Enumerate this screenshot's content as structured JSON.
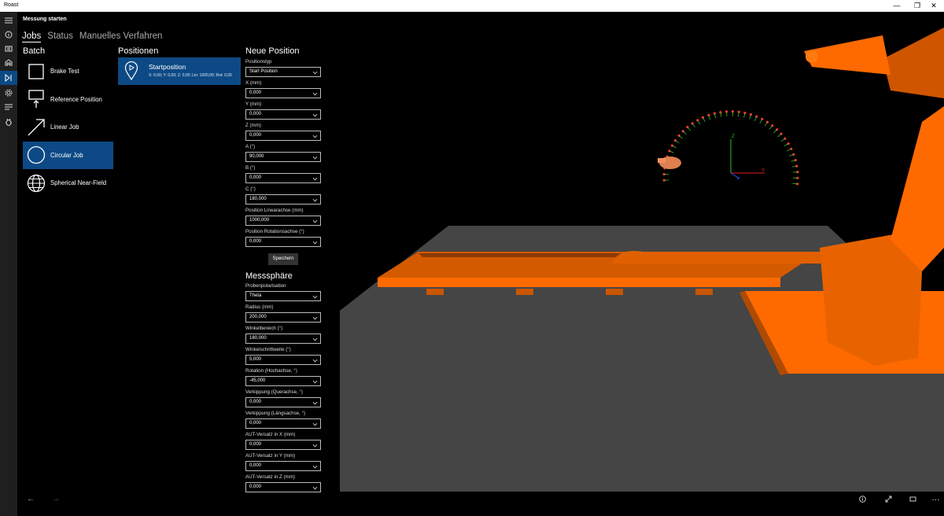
{
  "window": {
    "title": "Roast",
    "minimize": "—",
    "restore": "❐",
    "close": "✕"
  },
  "app": {
    "header": "Messung starten"
  },
  "tabs": [
    {
      "label": "Jobs",
      "active": true
    },
    {
      "label": "Status",
      "active": false
    },
    {
      "label": "Manuelles Verfahren",
      "active": false
    }
  ],
  "batch": {
    "title": "Batch",
    "jobs": [
      {
        "label": "Brake Test",
        "icon": "square-icon"
      },
      {
        "label": "Reference Position",
        "icon": "reference-position-icon"
      },
      {
        "label": "Linear Job",
        "icon": "arrow-diagonal-icon"
      },
      {
        "label": "Circular Job",
        "icon": "circle-icon",
        "selected": true
      },
      {
        "label": "Spherical Near-Field",
        "icon": "globe-icon"
      }
    ]
  },
  "positions": {
    "title": "Positionen",
    "items": [
      {
        "name": "Startposition",
        "coords": "X: 0,00; Y: 0,00; Z: 0,00; Lin: 1000,00; Rot: 0,00"
      }
    ]
  },
  "new_position": {
    "title": "Neue Position",
    "fields": [
      {
        "label": "Positionstyp",
        "value": "Start Position",
        "type": "select"
      },
      {
        "label": "X (mm)",
        "value": "0,000",
        "type": "stepper"
      },
      {
        "label": "Y (mm)",
        "value": "0,000",
        "type": "stepper"
      },
      {
        "label": "Z (mm)",
        "value": "0,000",
        "type": "stepper"
      },
      {
        "label": "A (°)",
        "value": "90,000",
        "type": "stepper"
      },
      {
        "label": "B (°)",
        "value": "0,000",
        "type": "stepper"
      },
      {
        "label": "C (°)",
        "value": "180,000",
        "type": "stepper"
      },
      {
        "label": "Position Linearachse (mm)",
        "value": "1000,000",
        "type": "stepper"
      },
      {
        "label": "Position Rotationsachse (°)",
        "value": "0,000",
        "type": "stepper"
      }
    ],
    "save_label": "Speichern"
  },
  "sphere": {
    "title": "Messsphäre",
    "fields": [
      {
        "label": "Probenpolarisation",
        "value": "Theta",
        "type": "select"
      },
      {
        "label": "Radius (mm)",
        "value": "200,000",
        "type": "stepper"
      },
      {
        "label": "Winkelbereich (°)",
        "value": "180,000",
        "type": "stepper"
      },
      {
        "label": "Winkelschrittweite (°)",
        "value": "5,000",
        "type": "stepper"
      },
      {
        "label": "Rotation (Hochachse, °)",
        "value": "-45,000",
        "type": "stepper"
      },
      {
        "label": "Verkippung (Querachse, °)",
        "value": "0,000",
        "type": "stepper"
      },
      {
        "label": "Verkippung (Längsachse, °)",
        "value": "0,000",
        "type": "stepper"
      },
      {
        "label": "AUT-Versatz in X (mm)",
        "value": "0,000",
        "type": "stepper"
      },
      {
        "label": "AUT-Versatz in Y (mm)",
        "value": "0,000",
        "type": "stepper"
      },
      {
        "label": "AUT-Versatz in Z (mm)",
        "value": "0,000",
        "type": "stepper"
      }
    ]
  },
  "scene": {
    "axis_z": "Z",
    "axis_x": "X",
    "axis_y": "Y",
    "robot_color": "#ff6a00"
  },
  "bottom": {
    "back": "←",
    "forward": "→",
    "more": "…"
  }
}
